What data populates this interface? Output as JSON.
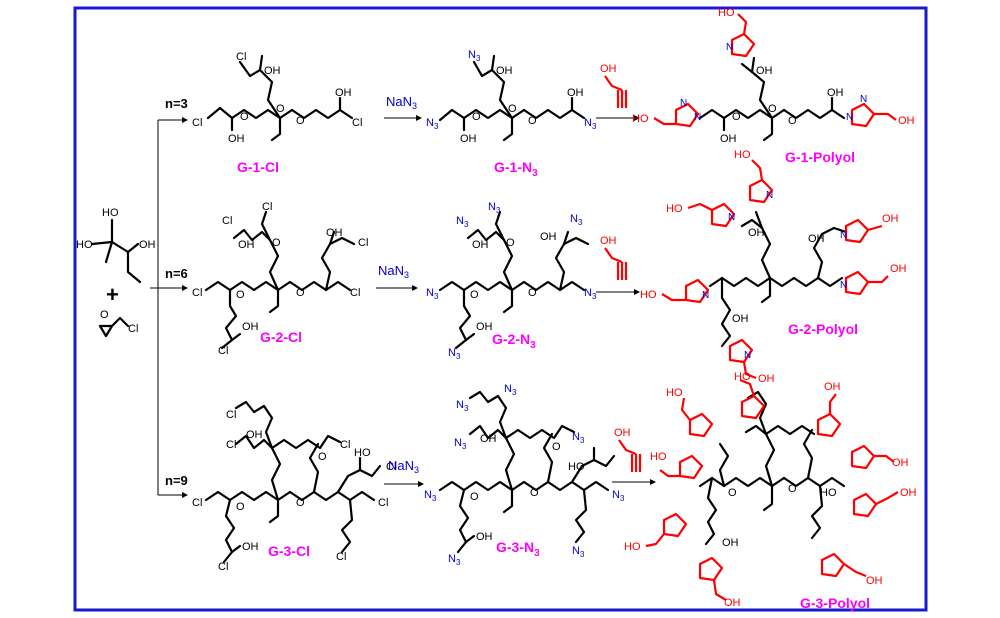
{
  "colors": {
    "frame": "#1a1acc",
    "label": "#ff00ff",
    "azide": "#0000cc",
    "polyol": "#ff0000",
    "reagent": "#0000cc"
  },
  "start": {
    "plus": "+",
    "epichlorohydrin_cl": "Cl",
    "oh": "OH"
  },
  "branches": [
    {
      "n": "n=3",
      "cl_label": "G-1-Cl",
      "n3_base": "G-1-N",
      "n3_sub": "3",
      "polyol_label": "G-1-Polyol"
    },
    {
      "n": "n=6",
      "cl_label": "G-2-Cl",
      "n3_base": "G-2-N",
      "n3_sub": "3",
      "polyol_label": "G-2-Polyol"
    },
    {
      "n": "n=9",
      "cl_label": "G-3-Cl",
      "n3_base": "G-3-N",
      "n3_sub": "3",
      "polyol_label": "G-3-Polyol"
    }
  ],
  "reagents": {
    "nan3_base": "NaN",
    "nan3_sub": "3",
    "propargyl_oh": "OH"
  },
  "atoms": {
    "cl": "Cl",
    "oh": "OH",
    "o": "O",
    "n3": "N",
    "n3_sub": "3",
    "n": "N",
    "hn": "HO"
  }
}
